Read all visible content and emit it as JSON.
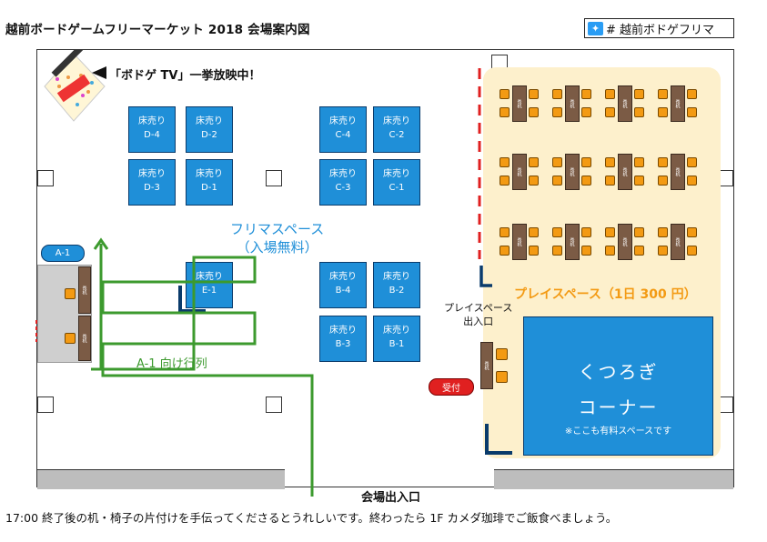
{
  "title": "越前ボードゲームフリーマーケット 2018 会場案内図",
  "hashtag": "# 越前ボドゲフリマ",
  "tv_label": "「ボドゲ TV」一挙放映中！",
  "flea_area": {
    "label_line1": "フリマスペース",
    "label_line2": "（入場無料）"
  },
  "booths": [
    {
      "type": "床売り",
      "id": "D-4"
    },
    {
      "type": "床売り",
      "id": "D-2"
    },
    {
      "type": "床売り",
      "id": "D-3"
    },
    {
      "type": "床売り",
      "id": "D-1"
    },
    {
      "type": "床売り",
      "id": "C-4"
    },
    {
      "type": "床売り",
      "id": "C-2"
    },
    {
      "type": "床売り",
      "id": "C-3"
    },
    {
      "type": "床売り",
      "id": "C-1"
    },
    {
      "type": "床売り",
      "id": "E-1"
    },
    {
      "type": "床売り",
      "id": "B-4"
    },
    {
      "type": "床売り",
      "id": "B-2"
    },
    {
      "type": "床売り",
      "id": "B-3"
    },
    {
      "type": "床売り",
      "id": "B-1"
    }
  ],
  "play_space_label": "プレイスペース（1日 300 円）",
  "play_entry": {
    "line1": "プレイスペース",
    "line2": "出入口"
  },
  "desk_label": "長机",
  "kutsurogi": {
    "line1": "くつろぎ",
    "line2": "コーナー",
    "note": "※ここも有料スペースです"
  },
  "a1_label": "A-1",
  "queue_label": "A-1 向け行列",
  "reception": "受付",
  "entrance": "会場出入口",
  "footer": "17:00 終了後の机・椅子の片付けを手伝ってくださるとうれしいです。終わったら 1F カメダ珈琲でご飯食べましょう。",
  "colors": {
    "booth": "#1f8fd8",
    "play_bg": "#fdf0cc",
    "play_text": "#f39a13",
    "queue": "#3c9a2e",
    "reception": "#e02020",
    "chair": "#f39a13",
    "desk": "#7b5b45"
  }
}
